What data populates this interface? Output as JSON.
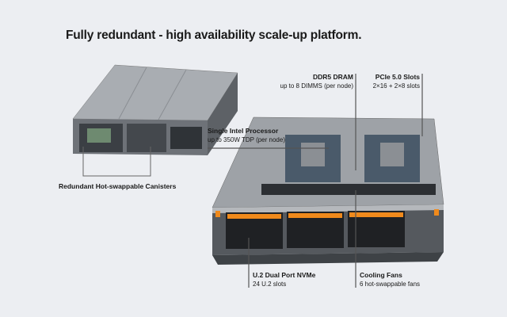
{
  "title": "Fully redundant - high availability scale-up platform.",
  "callouts": {
    "canisters": {
      "label": "Redundant Hot-swappable Canisters"
    },
    "ddr5": {
      "label": "DDR5 DRAM",
      "detail": "up to 8 DIMMS (per node)"
    },
    "pcie": {
      "label": "PCIe 5.0 Slots",
      "detail": "2×16 + 2×8 slots"
    },
    "processor": {
      "label": "Single Intel Processor",
      "detail": "up to 350W TDP (per node)"
    },
    "nvme": {
      "label": "U.2 Dual Port NVMe",
      "detail": "24 U.2 slots"
    },
    "fans": {
      "label": "Cooling Fans",
      "detail": "6 hot-swappable fans"
    }
  },
  "colors": {
    "background": "#eceef2",
    "drive_accent": "#f08a1c",
    "chassis": "#8d9196"
  }
}
